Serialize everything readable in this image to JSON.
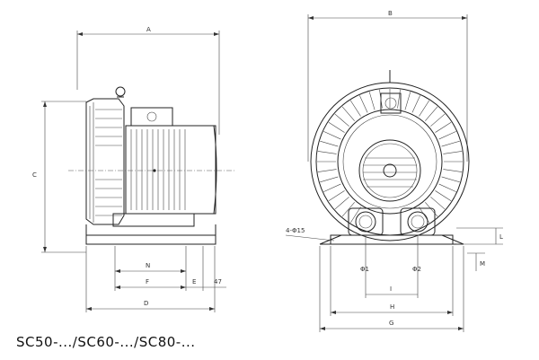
{
  "caption": "SC50-.../SC60-.../SC80-...",
  "side_view": {
    "labels": {
      "A": "A",
      "C": "C",
      "N": "N",
      "F": "F",
      "E": "E",
      "E_val": "47",
      "D": "D"
    }
  },
  "front_view": {
    "labels": {
      "B": "B",
      "holes": "4-Φ15",
      "L": "L",
      "M": "M",
      "d1": "Φ1",
      "d2": "Φ2",
      "I": "I",
      "H": "H",
      "G": "G"
    }
  }
}
